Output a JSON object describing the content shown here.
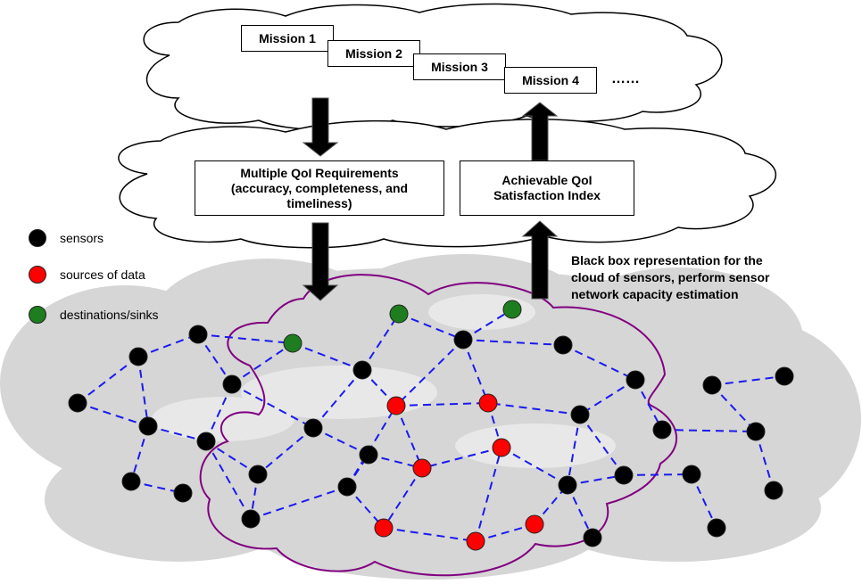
{
  "missions": [
    {
      "label": "Mission 1"
    },
    {
      "label": "Mission 2"
    },
    {
      "label": "Mission 3"
    },
    {
      "label": "Mission 4"
    }
  ],
  "missions_ellipsis": "……",
  "requirements_box": {
    "line1": "Multiple QoI Requirements",
    "line2": "(accuracy, completeness, and",
    "line3": "timeliness)"
  },
  "satisfaction_box": {
    "line1": "Achievable QoI",
    "line2": "Satisfaction Index"
  },
  "legend": [
    {
      "label": "sensors",
      "color": "#000000"
    },
    {
      "label": "sources of data",
      "color": "#ff0000"
    },
    {
      "label": "destinations/sinks",
      "color": "#1e7d1e"
    }
  ],
  "black_box_note": {
    "line1": "Black box representation for the",
    "line2": "cloud of sensors, perform sensor",
    "line3": "network capacity estimation"
  },
  "colors": {
    "sensor": "#000000",
    "source": "#ff0000",
    "sink": "#1e7d1e",
    "link": "#1a1aee",
    "boundary": "#800080",
    "cloud_fill": "#d9d9d9"
  }
}
